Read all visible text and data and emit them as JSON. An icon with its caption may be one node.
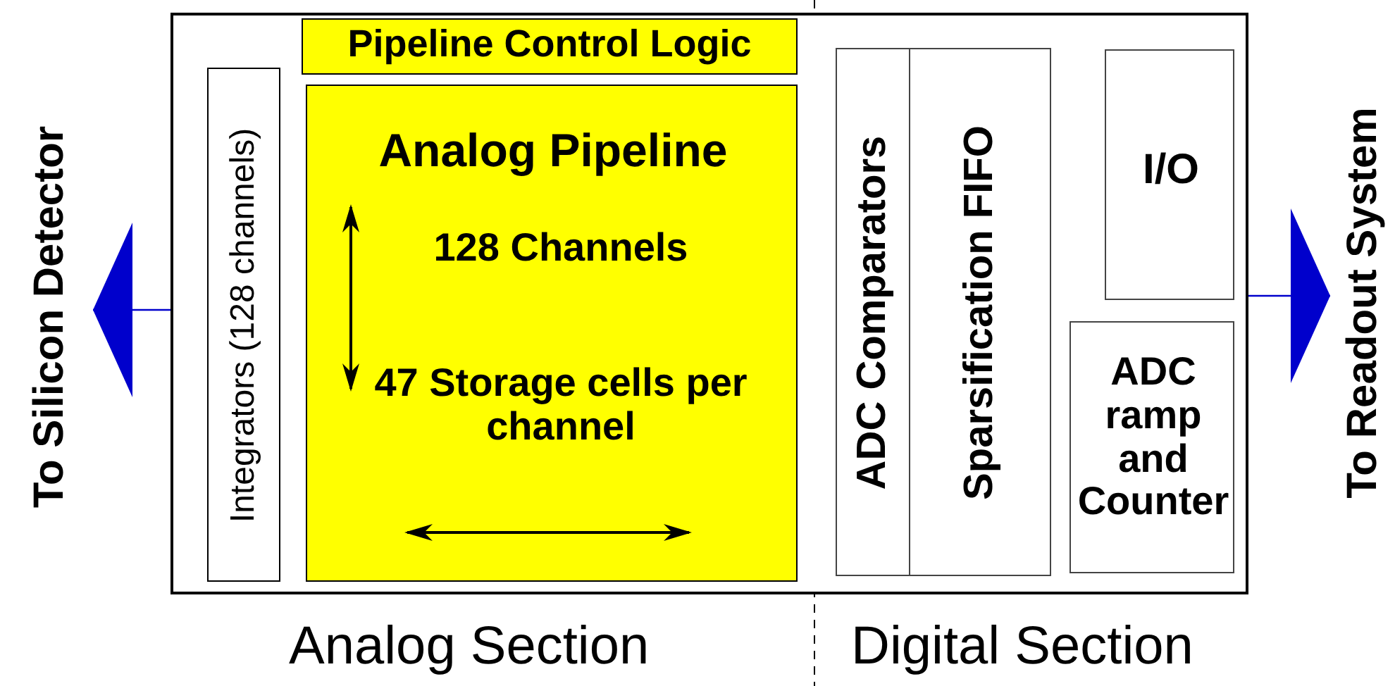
{
  "diagram": {
    "nodes": [
      {
        "text": [],
        "shape": "box"
      },
      {
        "text": [
          "Integrators (128 channels)"
        ],
        "in": 0
      },
      {
        "text": [
          "Pipeline Control Logic"
        ],
        "in": 0
      },
      {
        "text": [
          "Analog Pipeline",
          "128 Channels",
          "47 Storage cells per channel"
        ],
        "in": 0
      },
      {
        "text": [
          "ADC Comparators"
        ],
        "in": 0
      },
      {
        "text": [
          "Sparsification FIFO"
        ],
        "in": 0
      },
      {
        "text": [
          "I/O"
        ],
        "in": 0
      },
      {
        "text": [
          "ADC ramp and Counter"
        ],
        "in": 0
      },
      {
        "text": [
          "To Silicon Detector"
        ]
      },
      {
        "text": [
          "To Readout System"
        ]
      }
    ],
    "edges": [
      {
        "from": 0,
        "to": 8,
        "arrow": "to"
      },
      {
        "from": 0,
        "to": 9,
        "arrow": "to"
      }
    ],
    "labels": [
      "Analog Section",
      "Digital Section"
    ]
  }
}
